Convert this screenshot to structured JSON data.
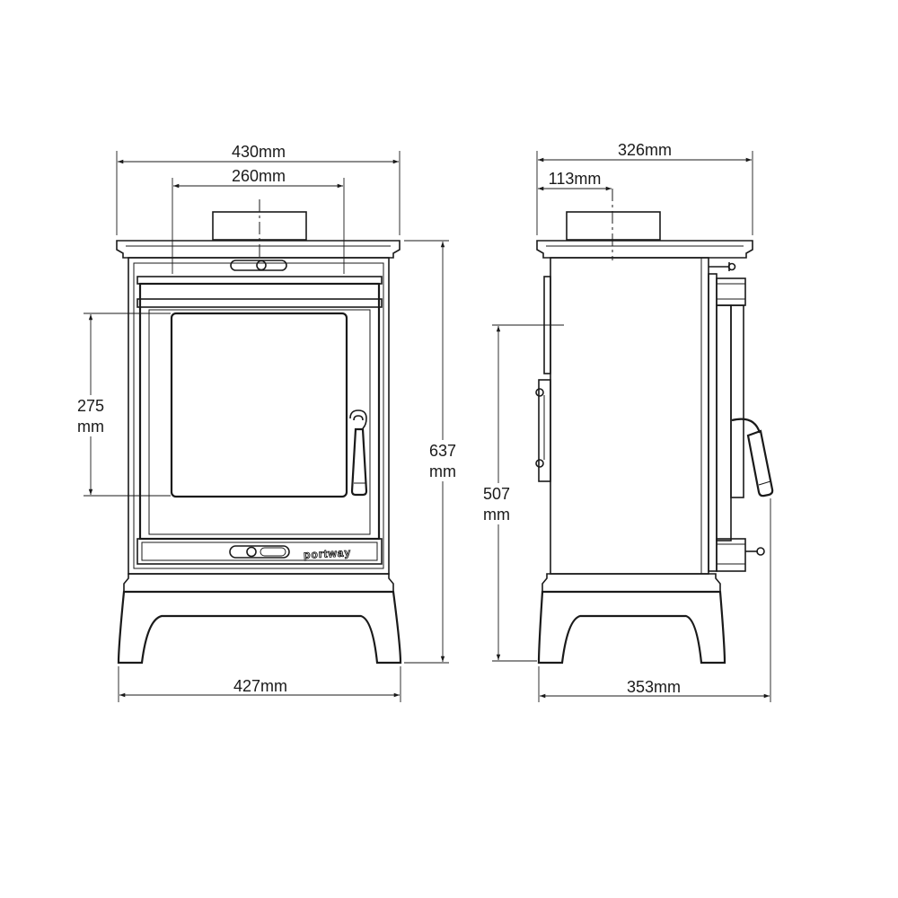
{
  "front_view": {
    "top_width": "430mm",
    "flue_width": "260mm",
    "glass_height_line1": "275",
    "glass_height_line2": "mm",
    "overall_height_line1": "637",
    "overall_height_line2": "mm",
    "base_width": "427mm",
    "brand": "portway"
  },
  "side_view": {
    "top_depth": "326mm",
    "flue_offset": "113mm",
    "body_height_line1": "507",
    "body_height_line2": "mm",
    "base_depth": "353mm"
  },
  "colors": {
    "line": "#1a1a1a",
    "background": "#ffffff"
  }
}
